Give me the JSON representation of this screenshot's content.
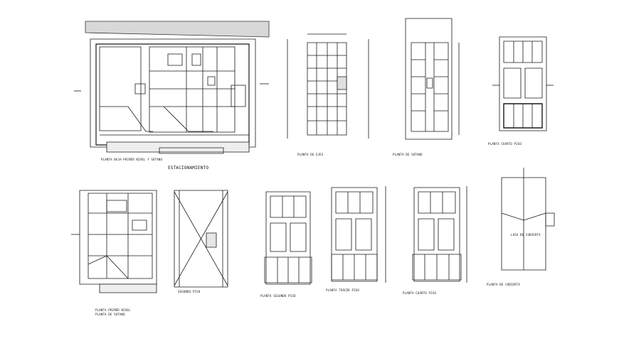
{
  "sheet": {
    "labels": {
      "ground_floor": "PLANTA BAJA-PRIMER NIVEL Y SOTANO",
      "ground_floor_sub": "ESTACIONAMIENTO",
      "vacant_plot": "",
      "columns": "PLANTA DE EJES",
      "parking": "PLANTA DE SOTANO",
      "fourth_floor": "PLANTA CUARTO PISO",
      "first_floor": "PLANTA PRIMER NIVEL",
      "first_floor_sub": "PLANTA DE SOTANO",
      "second_floor_open": "SEGUNDO PISO",
      "second_floor": "PLANTA SEGUNDO PISO",
      "third_floor": "PLANTA TERCER PISO",
      "fourth_floor_b": "PLANTA CUARTO PISO",
      "roof": "PLANTA DE CUBIERTA",
      "roof_note": "LOSA DE CUBIERTA"
    },
    "colors": {
      "line": "#1a1a1a",
      "hatch": "#555555",
      "paper": "#ffffff"
    }
  }
}
